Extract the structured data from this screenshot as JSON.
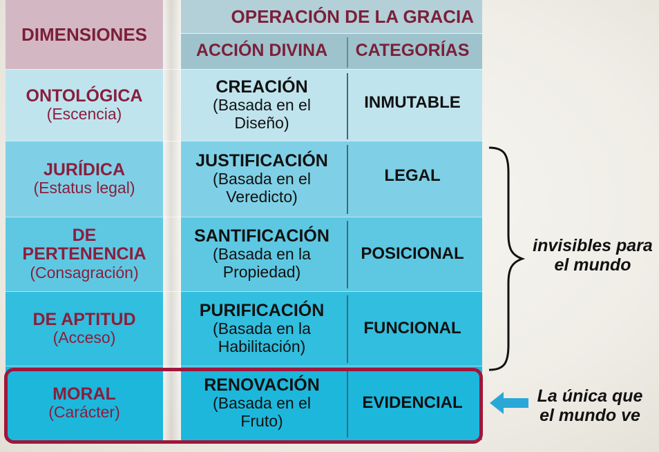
{
  "header": {
    "dimensions": "DIMENSIONES",
    "grace_operation": "OPERACIÓN DE LA GRACIA",
    "divine_action": "ACCIÓN DIVINA",
    "categories": "CATEGORÍAS"
  },
  "rows": [
    {
      "dimension": "ONTOLÓGICA",
      "dimension_sub": "(Escencia)",
      "action": "CREACIÓN",
      "action_sub_1": "(Basada en el",
      "action_sub_2": "Diseño)",
      "category": "INMUTABLE"
    },
    {
      "dimension": "JURÍDICA",
      "dimension_sub": "(Estatus legal)",
      "action": "JUSTIFICACIÓN",
      "action_sub_1": "(Basada en el",
      "action_sub_2": "Veredicto)",
      "category": "LEGAL"
    },
    {
      "dimension_1": "DE",
      "dimension_2": "PERTENENCIA",
      "dimension_sub": "(Consagración)",
      "action": "SANTIFICACIÓN",
      "action_sub_1": "(Basada en la",
      "action_sub_2": "Propiedad)",
      "category": "POSICIONAL"
    },
    {
      "dimension": "DE APTITUD",
      "dimension_sub": "(Acceso)",
      "action": "PURIFICACIÓN",
      "action_sub_1": "(Basada en la",
      "action_sub_2": "Habilitación)",
      "category": "FUNCIONAL"
    },
    {
      "dimension": "MORAL",
      "dimension_sub": "(Carácter)",
      "action": "RENOVACIÓN",
      "action_sub_1": "(Basada en el",
      "action_sub_2": "Fruto)",
      "category": "EVIDENCIAL"
    }
  ],
  "notes": {
    "invisible_1": "invisibles para",
    "invisible_2": "el mundo",
    "visible_1": "La única que",
    "visible_2": "el mundo ve"
  },
  "colors": {
    "header_left": "#d3b8c4",
    "header_right": "#9fc3cd",
    "row1": "#bfe4ee",
    "row2": "#7fd0e6",
    "row3": "#5ec8e2",
    "row4": "#32bede",
    "row5": "#1db7dc",
    "accent_red": "#a0163a",
    "arrow_blue": "#29a8d8",
    "title_text": "#7b1f38"
  }
}
